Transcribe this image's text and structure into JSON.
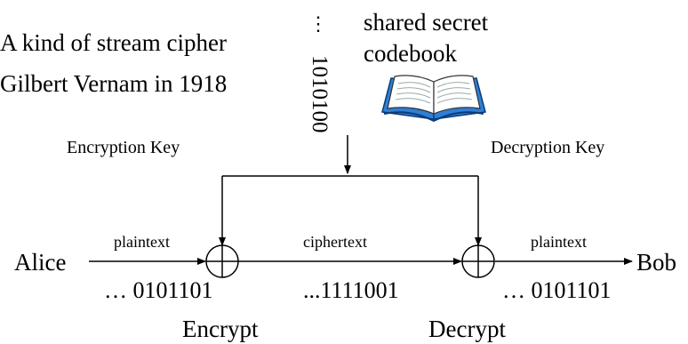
{
  "notes": {
    "line1": "A kind of stream cipher",
    "line2": "Gilbert Vernam in 1918"
  },
  "codebook": {
    "line1": "shared secret",
    "line2": "codebook",
    "icon": "open-book-icon"
  },
  "key_stream": {
    "dots": "⋮",
    "bits": "1010100"
  },
  "labels": {
    "encryption_key": "Encryption Key",
    "decryption_key": "Decryption Key",
    "plaintext_in": "plaintext",
    "ciphertext": "ciphertext",
    "plaintext_out": "plaintext"
  },
  "parties": {
    "sender": "Alice",
    "receiver": "Bob"
  },
  "bits": {
    "plain_in": "… 0101101",
    "cipher": "...1111001",
    "plain_out": "… 0101101"
  },
  "ops": {
    "encrypt": "Encrypt",
    "decrypt": "Decrypt",
    "xor_symbol": "⊕"
  }
}
